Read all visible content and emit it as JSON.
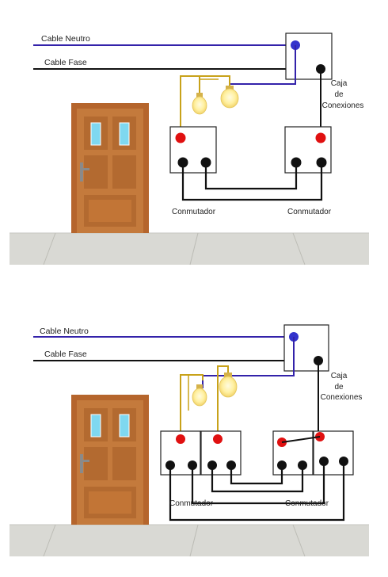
{
  "colors": {
    "neutral_wire": "#3322aa",
    "phase_wire": "#111111",
    "lamp_wire": "#c8a21a",
    "terminal_red": "#e01010",
    "terminal_black": "#111111",
    "neutral_terminal": "#3333cc",
    "floor": "#d9d9d4",
    "door": "#c47a3c",
    "door_frame": "#b5652c",
    "glass": "#7fd8f0"
  },
  "diagram_top": {
    "neutral_label": "Cable Neutro",
    "phase_label": "Cable Fase",
    "box_label_line1": "Caja",
    "box_label_line2": "de",
    "box_label_line3": "Conexiones",
    "switch_left_label": "Conmutador",
    "switch_right_label": "Conmutador"
  },
  "diagram_bottom": {
    "neutral_label": "Cable Neutro",
    "phase_label": "Cable Fase",
    "box_label_line1": "Caja",
    "box_label_line2": "de",
    "box_label_line3": "Conexiones",
    "switch_left_label": "Conmutador",
    "switch_right_label": "Conmutador"
  },
  "icons": {
    "door": "door-icon",
    "bulb": "light-bulb-icon"
  }
}
